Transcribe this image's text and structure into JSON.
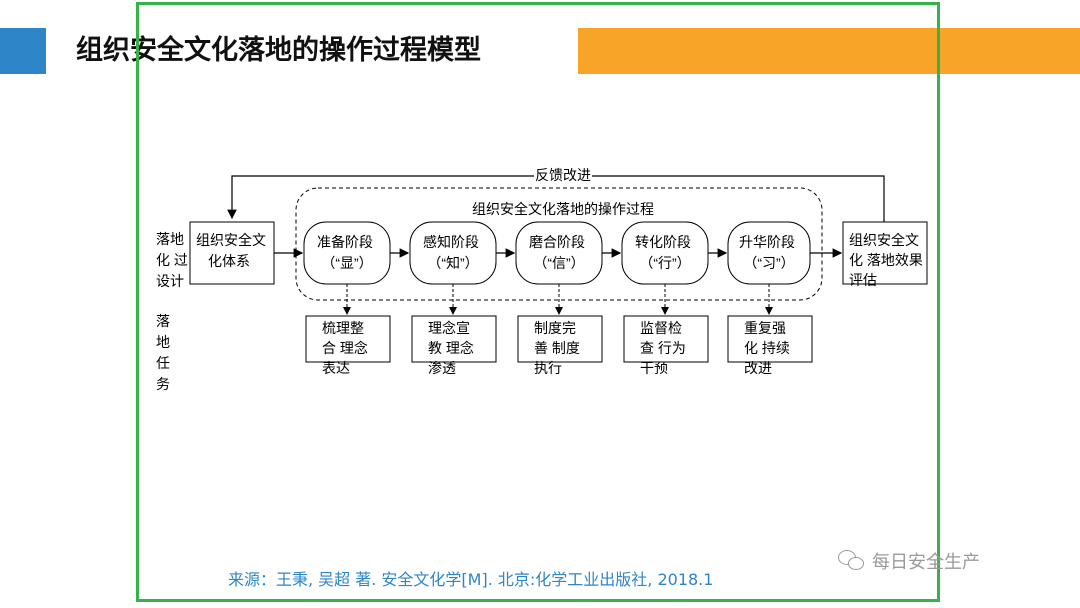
{
  "header": {
    "title": "组织安全文化落地的操作过程模型",
    "colors": {
      "blue_accent": "#2e86c8",
      "orange_accent": "#f7a428",
      "frame_green": "#35b34a"
    }
  },
  "diagram": {
    "feedback_label": "反馈改进",
    "process_label": "组织安全文化落地的操作过程",
    "left_label": [
      "落地",
      "化 过",
      "设计"
    ],
    "bottom_left_label": [
      "落",
      "地",
      "任",
      "务"
    ],
    "input_box": [
      "组织安全文",
      "化体系"
    ],
    "output_box": [
      "组织安全文",
      "化 落地效果",
      "评估"
    ],
    "stages": [
      {
        "line1": "准备阶段",
        "line2": "（“显”）"
      },
      {
        "line1": "感知阶段",
        "line2": "（“知”）"
      },
      {
        "line1": "磨合阶段",
        "line2": "（“信”）"
      },
      {
        "line1": "转化阶段",
        "line2": "（“行”）"
      },
      {
        "line1": "升华阶段",
        "line2": "（“习”）"
      }
    ],
    "tasks": [
      [
        "梳理整",
        "合 理念",
        "表达"
      ],
      [
        "理念宣",
        "教 理念",
        "渗透"
      ],
      [
        "制度完",
        "善 制度",
        "执行"
      ],
      [
        "监督检",
        "查 行为",
        "干预"
      ],
      [
        "重复强",
        "化 持续",
        "改进"
      ]
    ]
  },
  "footer": {
    "source": "来源：王秉, 吴超 著. 安全文化学[M]. 北京:化学工业出版社, 2018.1",
    "watermark": "每日安全生产"
  }
}
